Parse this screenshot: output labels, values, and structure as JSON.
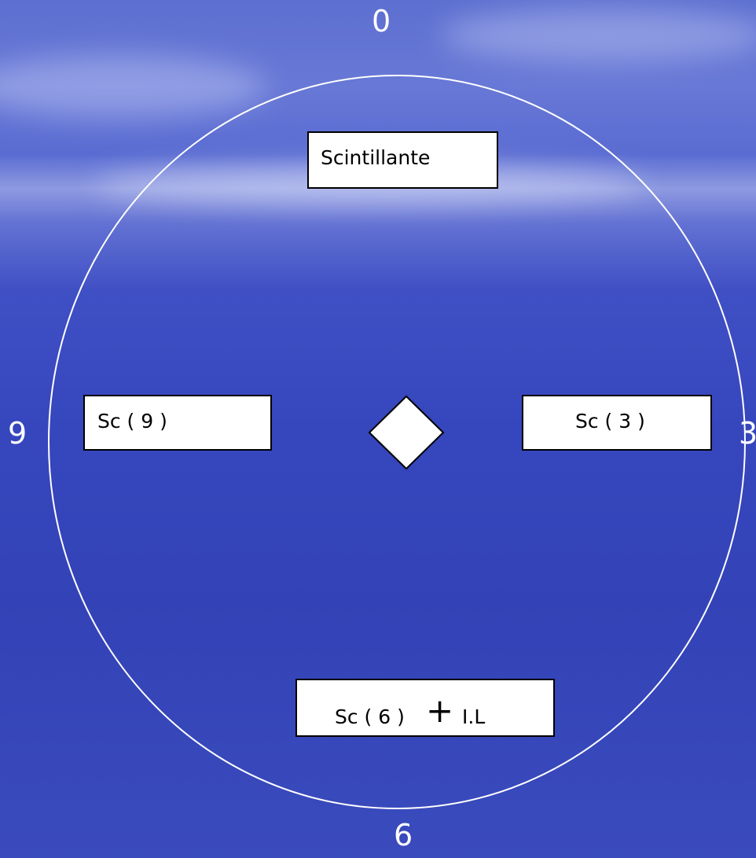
{
  "dial": {
    "top_label": "0",
    "right_label": "3",
    "bottom_label": "6",
    "left_label": "9"
  },
  "boxes": {
    "top": "Scintillante",
    "right": "Sc ( 3 )",
    "left": "Sc ( 9 )",
    "bottom_text": "Sc ( 6 )",
    "bottom_plus": "+",
    "bottom_suffix": "I.L"
  },
  "colors": {
    "circle_stroke": "#ffffff",
    "box_fill": "#ffffff",
    "box_border": "#000000"
  }
}
